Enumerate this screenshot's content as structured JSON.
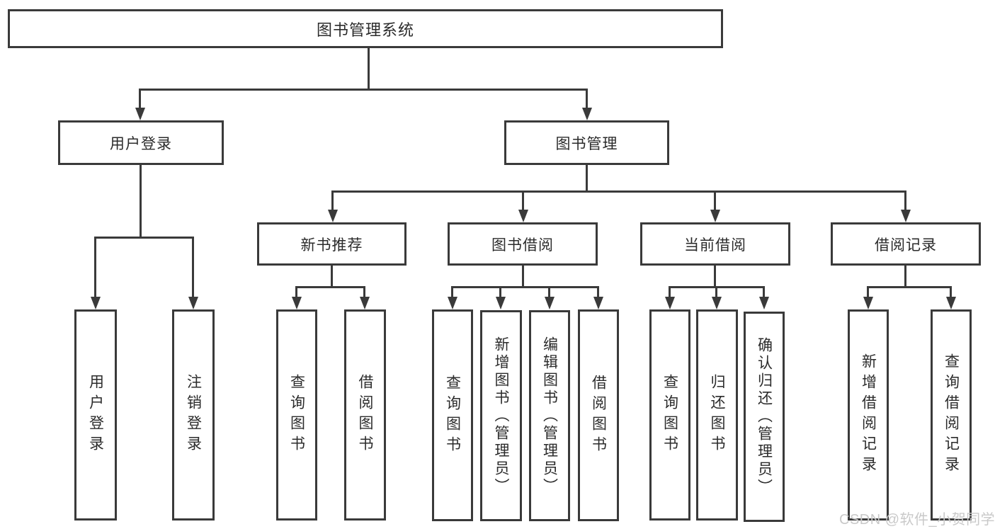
{
  "diagram": {
    "title": "图书管理系统",
    "branches": [
      {
        "label": "用户登录",
        "children": [
          {
            "label": "用户登录"
          },
          {
            "label": "注销登录"
          }
        ]
      },
      {
        "label": "图书管理",
        "children": [
          {
            "label": "新书推荐",
            "children": [
              {
                "label": "查询图书"
              },
              {
                "label": "借阅图书"
              }
            ]
          },
          {
            "label": "图书借阅",
            "children": [
              {
                "label": "查询图书"
              },
              {
                "label": "新增图书（管理员）"
              },
              {
                "label": "编辑图书（管理员）"
              },
              {
                "label": "借阅图书"
              }
            ]
          },
          {
            "label": "当前借阅",
            "children": [
              {
                "label": "查询图书"
              },
              {
                "label": "归还图书"
              },
              {
                "label": "确认归还（管理员）"
              }
            ]
          },
          {
            "label": "借阅记录",
            "children": [
              {
                "label": "新增借阅记录"
              },
              {
                "label": "查询借阅记录"
              }
            ]
          }
        ]
      }
    ]
  },
  "watermark": {
    "text": "CSDN @软件_小贺同学"
  },
  "colors": {
    "line": "#3a3a3a",
    "text": "#2b2b2b",
    "watermark": "#c9c9c9",
    "background": "#ffffff"
  }
}
